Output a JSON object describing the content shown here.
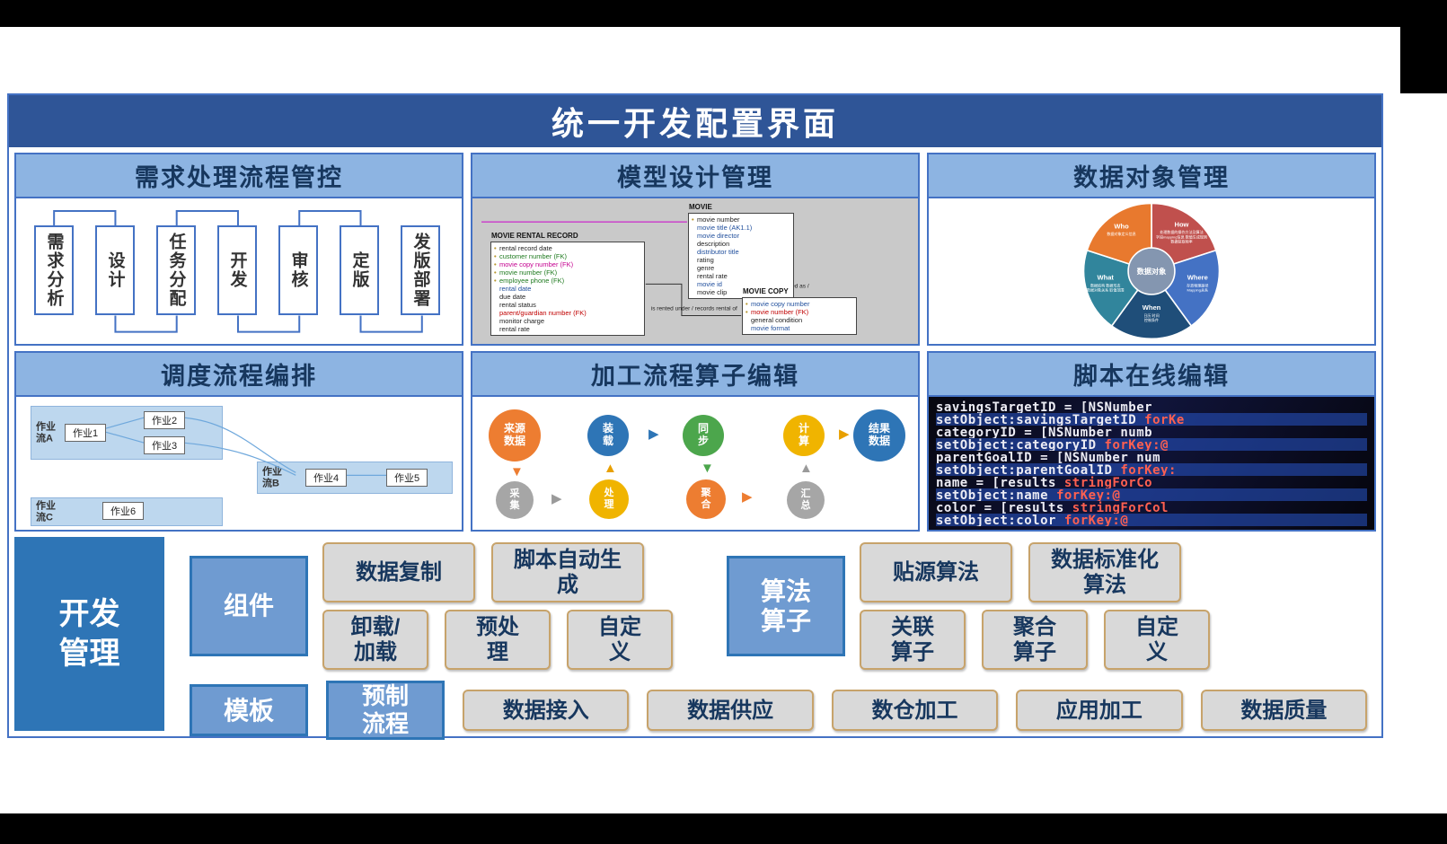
{
  "header": {
    "title": "统一开发配置界面"
  },
  "icons": {
    "arrow_right": "▶",
    "arrow_up": "▲",
    "arrow_down": "▼",
    "key": "•"
  },
  "colors": {
    "frame_border": "#4472C4",
    "header_bg": "#2F5597",
    "panel_header_bg": "#8DB4E2",
    "panel_header_text": "#17375E",
    "dev_left_bg": "#2E75B6",
    "category_bg": "#6F9BD1",
    "button_bg": "#D9D9D9",
    "button_border": "#C7A36B",
    "button_text": "#17375E"
  },
  "panels": {
    "requirements": {
      "title": "需求处理流程管控",
      "steps": [
        "需求分析",
        "设计",
        "任务分配",
        "开发",
        "审核",
        "定版",
        "发版部署"
      ]
    },
    "model": {
      "title": "模型设计管理",
      "tables": [
        {
          "name": "MOVIE RENTAL RECORD",
          "rows": [
            {
              "k": "•",
              "t": "rental record date",
              "c": "#222222"
            },
            {
              "k": "•",
              "t": "customer number (FK)",
              "c": "#1f7a1f"
            },
            {
              "k": "•",
              "t": "movie copy number (FK)",
              "c": "#c4008f"
            },
            {
              "k": "•",
              "t": "movie number (FK)",
              "c": "#1f7a1f"
            },
            {
              "k": "•",
              "t": "employee phone (FK)",
              "c": "#1f7a1f"
            },
            {
              "k": "",
              "t": "rental date",
              "c": "#1f4e9c"
            },
            {
              "k": "",
              "t": "due date",
              "c": "#222222"
            },
            {
              "k": "",
              "t": "rental status",
              "c": "#222222"
            },
            {
              "k": "",
              "t": "parent/guardian number (FK)",
              "c": "#c00000"
            },
            {
              "k": "",
              "t": "monitor charge",
              "c": "#222222"
            },
            {
              "k": "",
              "t": "rental rate",
              "c": "#222222"
            }
          ]
        },
        {
          "name": "MOVIE",
          "rows": [
            {
              "k": "•",
              "t": "movie number",
              "c": "#222222"
            },
            {
              "k": "",
              "t": "movie title (AK1.1)",
              "c": "#1f4e9c"
            },
            {
              "k": "",
              "t": "movie director",
              "c": "#1f4e9c"
            },
            {
              "k": "",
              "t": "description",
              "c": "#222222"
            },
            {
              "k": "",
              "t": "distributor title",
              "c": "#1f4e9c"
            },
            {
              "k": "",
              "t": "rating",
              "c": "#222222"
            },
            {
              "k": "",
              "t": "genre",
              "c": "#222222"
            },
            {
              "k": "",
              "t": "rental rate",
              "c": "#222222"
            },
            {
              "k": "",
              "t": "movie id",
              "c": "#1f4e9c"
            },
            {
              "k": "",
              "t": "movie clip",
              "c": "#222222"
            }
          ]
        },
        {
          "name": "MOVIE COPY",
          "rows": [
            {
              "k": "•",
              "t": "movie copy number",
              "c": "#1f4e9c"
            },
            {
              "k": "•",
              "t": "movie number (FK)",
              "c": "#c00000"
            },
            {
              "k": "",
              "t": "general condition",
              "c": "#222222"
            },
            {
              "k": "",
              "t": "movie format",
              "c": "#1f4e9c"
            }
          ]
        }
      ],
      "relations": {
        "rented_as": "is rented as /",
        "rental_under": "is rented under / records rental of"
      }
    },
    "dataobject": {
      "title": "数据对象管理",
      "center": "数据对象",
      "wedges": [
        {
          "label": "How",
          "color": "#C0504D",
          "d1": "处理数据的操作方法及算法",
          "d2": "字段mapping信息 数值生成规则",
          "d3": "数据获取频率"
        },
        {
          "label": "Where",
          "color": "#4472C4",
          "d1": "存放物理路径",
          "d2": "Mapping关系",
          "d3": ""
        },
        {
          "label": "When",
          "color": "#1F4E79",
          "d1": "日历 时间",
          "d2": "控制条件",
          "d3": ""
        },
        {
          "label": "What",
          "color": "#31859C",
          "d1": "数据结构 数据形态",
          "d2": "数据对象关系 取值范围",
          "d3": ""
        },
        {
          "label": "Who",
          "color": "#E8792E",
          "d1": "数据对象定义信息",
          "d2": "",
          "d3": ""
        }
      ]
    },
    "scheduling": {
      "title": "调度流程编排",
      "flow_a": {
        "label": "作业流A",
        "job1": "作业1",
        "job2": "作业2",
        "job3": "作业3"
      },
      "flow_b": {
        "label": "作业流B",
        "job4": "作业4",
        "job5": "作业5"
      },
      "flow_c": {
        "label": "作业流C",
        "job6": "作业6"
      }
    },
    "processing": {
      "title": "加工流程算子编辑",
      "source": "来源数据",
      "load": "装载",
      "sync": "同步",
      "calc": "计算",
      "result": "结果数据",
      "collect": "采集",
      "handle": "处理",
      "aggregate": "聚合",
      "summary": "汇总"
    },
    "script": {
      "title": "脚本在线编辑",
      "lines": [
        {
          "t": "savingsTargetID  =  [NSNumber",
          "k": ""
        },
        {
          "t": "setObject:savingsTargetID ",
          "k": "forKe"
        },
        {
          "t": "categoryID  =  [NSNumber numb",
          "k": ""
        },
        {
          "t": "setObject:categoryID ",
          "k": "forKey:@"
        },
        {
          "t": "parentGoalID = [NSNumber num",
          "k": ""
        },
        {
          "t": "setObject:parentGoalID ",
          "k": "forKey:"
        },
        {
          "t": "name = [results ",
          "k": "stringForCo"
        },
        {
          "t": "setObject:name ",
          "k": "forKey:@"
        },
        {
          "t": "color = [results ",
          "k": "stringForCol"
        },
        {
          "t": "setObject:color ",
          "k": "forKey:@"
        }
      ]
    }
  },
  "dev": {
    "title": "开发管理",
    "component": {
      "label": "组件",
      "row1": [
        "数据复制",
        "脚本自动生成"
      ],
      "row2": [
        "卸载/加载",
        "预处理",
        "自定义"
      ]
    },
    "algorithm": {
      "label": "算法算子",
      "row1": [
        "贴源算法",
        "数据标准化算法"
      ],
      "row2": [
        "关联算子",
        "聚合算子",
        "自定义"
      ]
    },
    "template": {
      "label": "模板",
      "prefab": "预制流程",
      "items": [
        "数据接入",
        "数据供应",
        "数仓加工",
        "应用加工",
        "数据质量"
      ]
    }
  }
}
